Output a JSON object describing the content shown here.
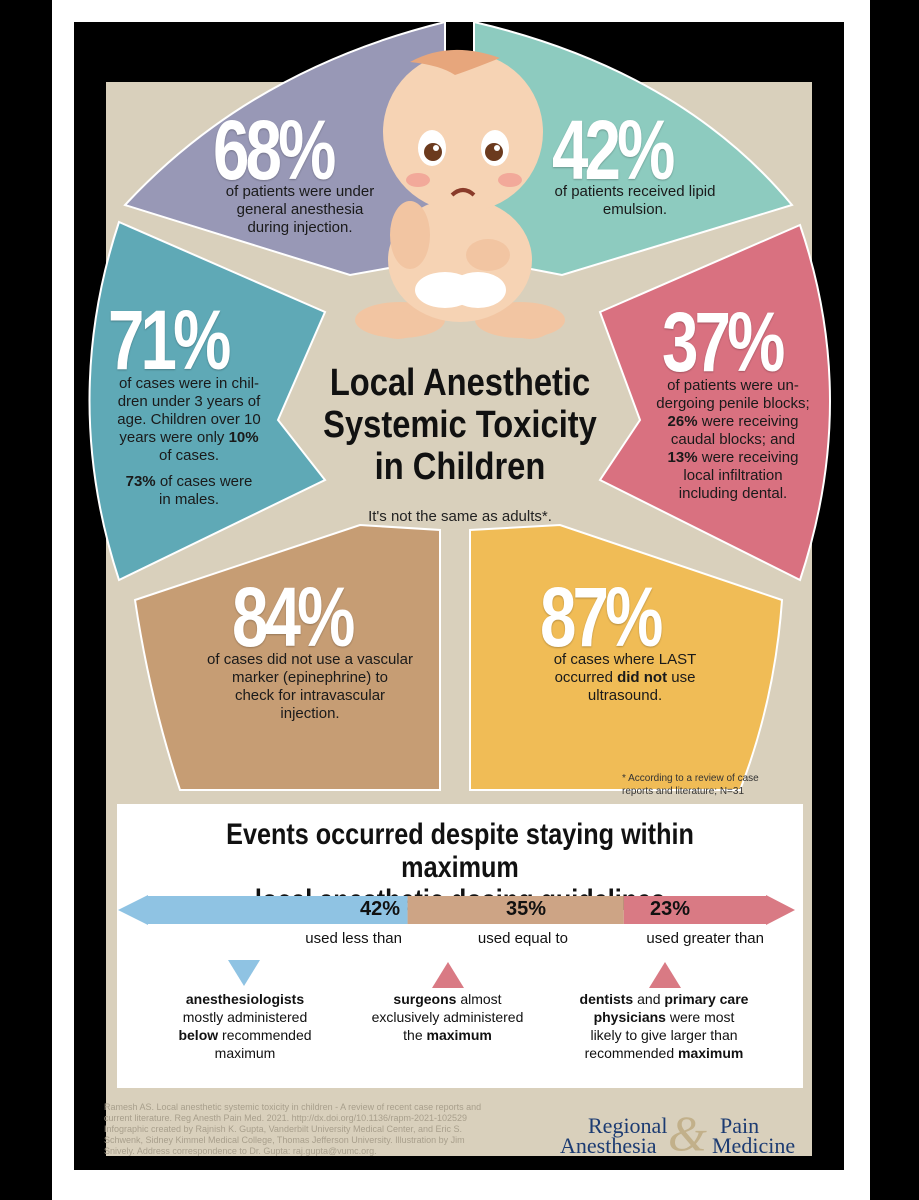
{
  "colors": {
    "purple": "#9898b6",
    "teal": "#8dcbbf",
    "blue_teal": "#5fa9b6",
    "red": "#d97180",
    "tan": "#c69d74",
    "yellow": "#f0bc56",
    "beige": "#d9d0bc",
    "bar_blue": "#8fc3e3",
    "bar_tan": "#cda485",
    "bar_red": "#d97a84"
  },
  "title": {
    "line1": "Local Anesthetic",
    "line2": "Systemic Toxicity",
    "line3": "in Children",
    "subtitle": "It's not the same as adults*."
  },
  "stats": {
    "s1": {
      "pct": "68%",
      "l1": "of patients were under",
      "l2": "general anesthesia",
      "l3": "during injection."
    },
    "s2": {
      "pct": "42%",
      "l1": "of patients received lipid",
      "l2": "emulsion."
    },
    "s3": {
      "pct": "71%",
      "l1": "of cases were in chil-",
      "l2": "dren under 3 years of",
      "l3": "age. Children over 10",
      "l4a": "years were only ",
      "l4b": "10%",
      "l5": "of cases.",
      "l6a": "73%",
      "l6b": " of cases were",
      "l7": "in males."
    },
    "s4": {
      "pct": "37%",
      "l1": "of patients were un-",
      "l2": "dergoing penile blocks;",
      "l3a": "26%",
      "l3b": " were receiving",
      "l4": "caudal blocks; and",
      "l5a": "13%",
      "l5b": " were receiving",
      "l6": "local infiltration",
      "l7": "including dental."
    },
    "s5": {
      "pct": "84%",
      "l1": "of cases did not use a vascular",
      "l2": "marker (epinephrine) to",
      "l3": "check for intravascular",
      "l4": "injection."
    },
    "s6": {
      "pct": "87%",
      "l1": "of cases where LAST",
      "l2a": "occurred ",
      "l2b": "did not",
      "l2c": " use",
      "l3": "ultrasound."
    }
  },
  "footnote": {
    "l1": "* According to a review of case",
    "l2": "reports and literature; N=31"
  },
  "dosing": {
    "title1": "Events occurred despite staying within maximum",
    "title2": "local anesthetic dosing guidelines",
    "bars": [
      {
        "value": 42,
        "value_label": "42%",
        "label": "used less than"
      },
      {
        "value": 35,
        "value_label": "35%",
        "label": "used equal to"
      },
      {
        "value": 23,
        "value_label": "23%",
        "label": "used greater than"
      }
    ],
    "groups": {
      "g1": {
        "l1b": "anesthesiologists",
        "l2": "mostly administered",
        "l3b": "below",
        "l3": " recommended",
        "l4": "maximum"
      },
      "g2": {
        "l1b": "surgeons",
        "l1": " almost",
        "l2": "exclusively administered",
        "l3": "the ",
        "l3b": "maximum"
      },
      "g3": {
        "l1b": "dentists",
        "l1": " and ",
        "l1c": "primary care",
        "l2b": "physicians",
        "l2": " were most",
        "l3": "likely to give larger than",
        "l4": "recommended ",
        "l4b": "maximum"
      }
    }
  },
  "citation": {
    "l1": "Ramesh AS. Local anesthetic systemic toxicity in children - A review of recent case reports and",
    "l2": "current literature. Reg Anesth Pain Med. 2021. http://dx.doi.org/10.1136/rapm-2021-102529",
    "l3": "Infographic created by Rajnish K. Gupta, Vanderbilt University Medical Center, and Eric S.",
    "l4": "Schwenk, Sidney Kimmel Medical College, Thomas Jefferson University. Illustration by Jim",
    "l5": "Snively. Address correspondence to Dr. Gupta: raj.gupta@vumc.org."
  },
  "logo": {
    "w1": "Regional",
    "w2": "Pain",
    "w3": "Anesthesia",
    "w4": "Medicine",
    "amp": "&"
  }
}
